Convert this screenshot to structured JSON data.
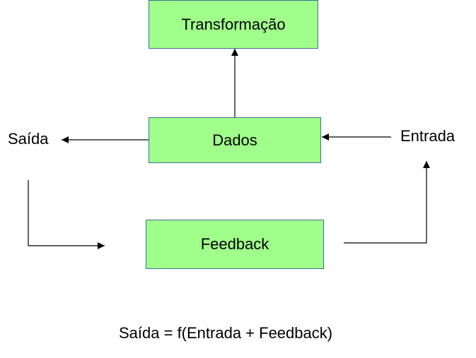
{
  "colors": {
    "box_fill": "#a0ff8a",
    "box_border": "#3b6f9a",
    "line": "#000000"
  },
  "nodes": {
    "transformacao": "Transformação",
    "dados": "Dados",
    "feedback": "Feedback",
    "saida": "Saída",
    "entrada": "Entrada"
  },
  "formula": "Saída = f(Entrada + Feedback)"
}
